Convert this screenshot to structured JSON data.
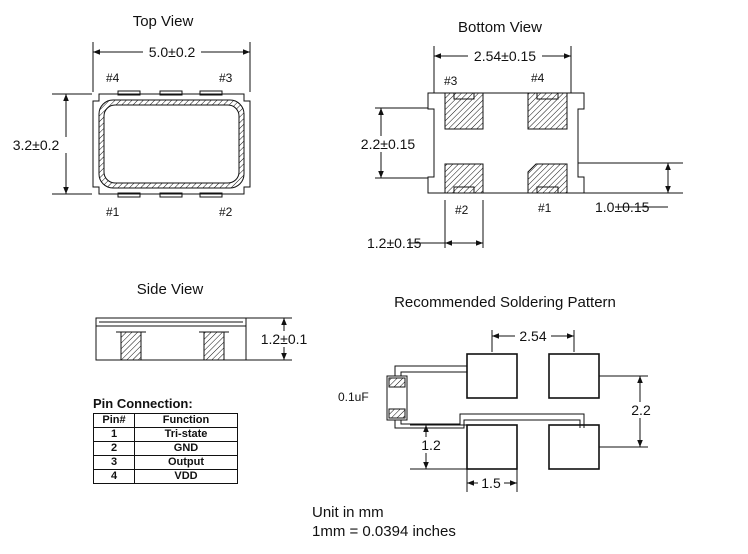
{
  "views": {
    "top": {
      "title": "Top View",
      "width_dim": "5.0±0.2",
      "height_dim": "3.2±0.2",
      "pins": [
        "#4",
        "#3",
        "#1",
        "#2"
      ]
    },
    "bottom": {
      "title": "Bottom View",
      "pitch_dim": "2.54±0.15",
      "height_dim": "2.2±0.15",
      "pad_h_dim": "1.0±0.15",
      "pad_w_dim": "1.2±0.15",
      "pins": [
        "#3",
        "#4",
        "#2",
        "#1"
      ]
    },
    "side": {
      "title": "Side View",
      "height_dim": "1.2±0.1"
    },
    "solder": {
      "title": "Recommended Soldering Pattern",
      "pitch_dim": "2.54",
      "height_dim": "2.2",
      "pad_h_dim": "1.2",
      "pad_w_dim": "1.5",
      "cap_label": "0.1uF"
    }
  },
  "pin_connection": {
    "title": "Pin Connection:",
    "headers": [
      "Pin#",
      "Function"
    ],
    "rows": [
      [
        "1",
        "Tri-state"
      ],
      [
        "2",
        "GND"
      ],
      [
        "3",
        "Output"
      ],
      [
        "4",
        "VDD"
      ]
    ]
  },
  "units": {
    "line1": "Unit in mm",
    "line2": "1mm = 0.0394 inches"
  },
  "colors": {
    "ink": "#111111",
    "background": "#ffffff"
  }
}
